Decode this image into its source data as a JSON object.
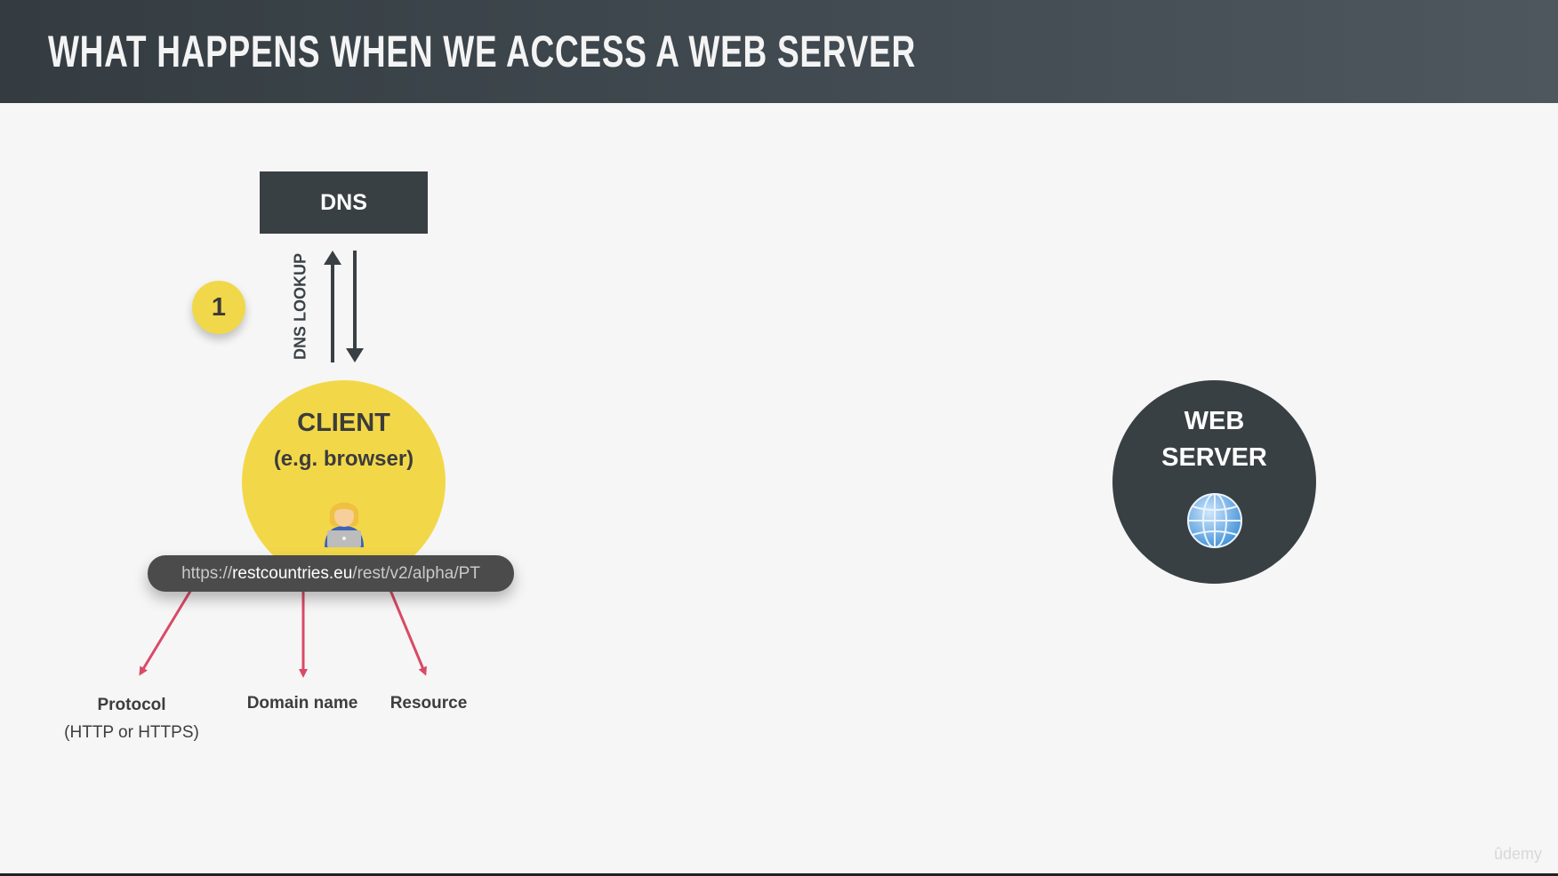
{
  "slide": {
    "title": "WHAT HAPPENS WHEN WE ACCESS A WEB SERVER"
  },
  "diagram": {
    "dns": {
      "label": "DNS"
    },
    "dns_lookup": {
      "label": "DNS LOOKUP"
    },
    "step": {
      "number": "1"
    },
    "client": {
      "title": "CLIENT",
      "subtitle": "(e.g. browser)",
      "icon": "person-with-laptop-icon"
    },
    "url": {
      "protocol": "https://",
      "domain": "restcountries.eu",
      "resource": "/rest/v2/alpha/PT"
    },
    "captions": {
      "protocol": "Protocol",
      "protocol_detail": "(HTTP or HTTPS)",
      "domain": "Domain name",
      "resource": "Resource"
    },
    "server": {
      "line1": "WEB",
      "line2": "SERVER",
      "icon": "globe-icon"
    },
    "colors": {
      "dark": "#394044",
      "yellow": "#f2d849",
      "pointer": "#d94a66"
    }
  },
  "watermark": {
    "text": "ûdemy"
  }
}
